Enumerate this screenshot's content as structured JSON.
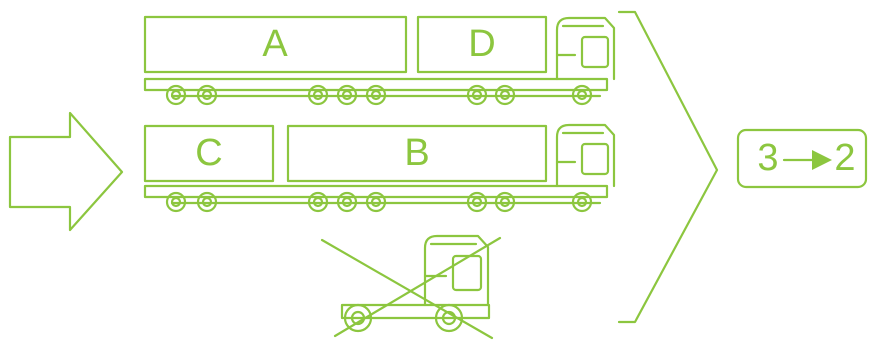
{
  "colors": {
    "accent": "#8cc63f",
    "background": "#ffffff"
  },
  "truck_top": {
    "cargo": [
      "A",
      "D"
    ]
  },
  "truck_middle": {
    "cargo": [
      "C",
      "B"
    ]
  },
  "result": {
    "from": "3",
    "to": "2"
  },
  "icons": [
    "arrow-right-icon",
    "truck-icon",
    "cross-icon",
    "bracket-icon"
  ]
}
